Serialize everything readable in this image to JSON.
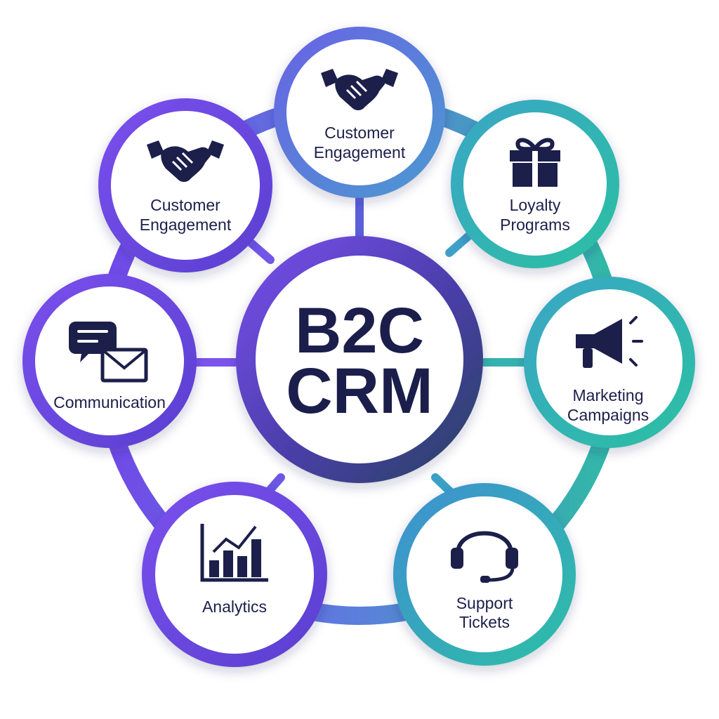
{
  "center": {
    "line1": "B2C",
    "line2": "CRM"
  },
  "nodes": [
    {
      "icon": "handshake-icon",
      "line1": "Customer",
      "line2": "Engagement"
    },
    {
      "icon": "gift-icon",
      "line1": "Loyalty",
      "line2": "Programs"
    },
    {
      "icon": "megaphone-icon",
      "line1": "Marketing",
      "line2": "Campaigns"
    },
    {
      "icon": "headset-icon",
      "line1": "Support",
      "line2": "Tickets"
    },
    {
      "icon": "bar-chart-icon",
      "line1": "Analytics",
      "line2": ""
    },
    {
      "icon": "chat-envelope-icon",
      "line1": "Communication",
      "line2": ""
    },
    {
      "icon": "handshake-icon",
      "line1": "Customer",
      "line2": "Engagement"
    }
  ],
  "colors": {
    "purple": "#6b4fe0",
    "blue": "#4f8fd6",
    "teal": "#2fb8a6",
    "text": "#1c1f4a"
  }
}
